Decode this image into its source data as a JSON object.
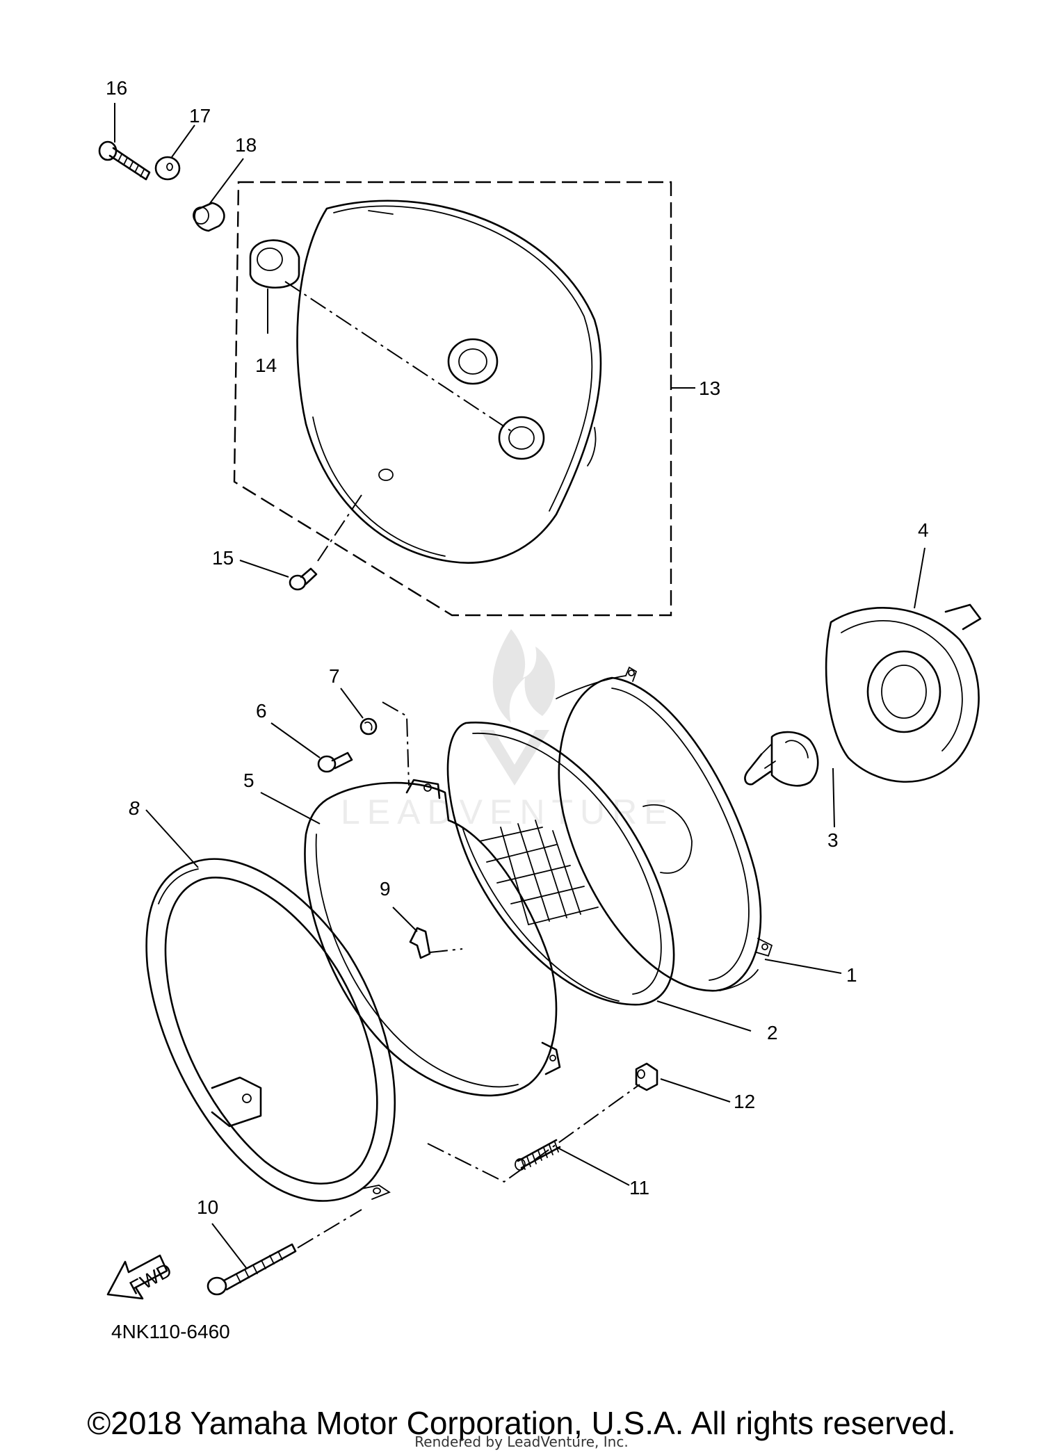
{
  "diagram": {
    "callouts": [
      {
        "id": "1",
        "label": "1"
      },
      {
        "id": "2",
        "label": "2"
      },
      {
        "id": "3",
        "label": "3"
      },
      {
        "id": "4",
        "label": "4"
      },
      {
        "id": "5",
        "label": "5"
      },
      {
        "id": "6",
        "label": "6"
      },
      {
        "id": "7",
        "label": "7"
      },
      {
        "id": "8",
        "label": "8"
      },
      {
        "id": "9",
        "label": "9"
      },
      {
        "id": "10",
        "label": "10"
      },
      {
        "id": "11",
        "label": "11"
      },
      {
        "id": "12",
        "label": "12"
      },
      {
        "id": "13",
        "label": "13"
      },
      {
        "id": "14",
        "label": "14"
      },
      {
        "id": "15",
        "label": "15"
      },
      {
        "id": "16",
        "label": "16"
      },
      {
        "id": "17",
        "label": "17"
      },
      {
        "id": "18",
        "label": "18"
      }
    ],
    "fwd_label": "FWD",
    "drawing_code": "4NK110-6460"
  },
  "watermark": {
    "text": "LEADVENTURE"
  },
  "footer": {
    "copyright": "©2018 Yamaha Motor Corporation, U.S.A. All rights reserved.",
    "rendered_by": "Rendered by LeadVenture, Inc."
  }
}
